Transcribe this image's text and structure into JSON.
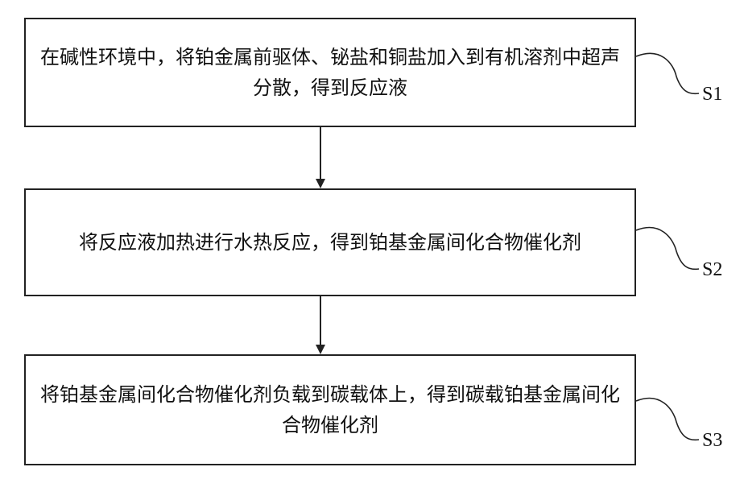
{
  "diagram": {
    "steps": [
      {
        "text": "在碱性环境中，将铂金属前驱体、铋盐和铜盐加入到有机溶剂中超声分散，得到反应液",
        "label": "S1"
      },
      {
        "text": "将反应液加热进行水热反应，得到铂基金属间化合物催化剂",
        "label": "S2"
      },
      {
        "text": "将铂基金属间化合物催化剂负载到碳载体上，得到碳载铂基金属间化合物催化剂",
        "label": "S3"
      }
    ],
    "colors": {
      "line": "#222222",
      "background": "#ffffff"
    }
  }
}
